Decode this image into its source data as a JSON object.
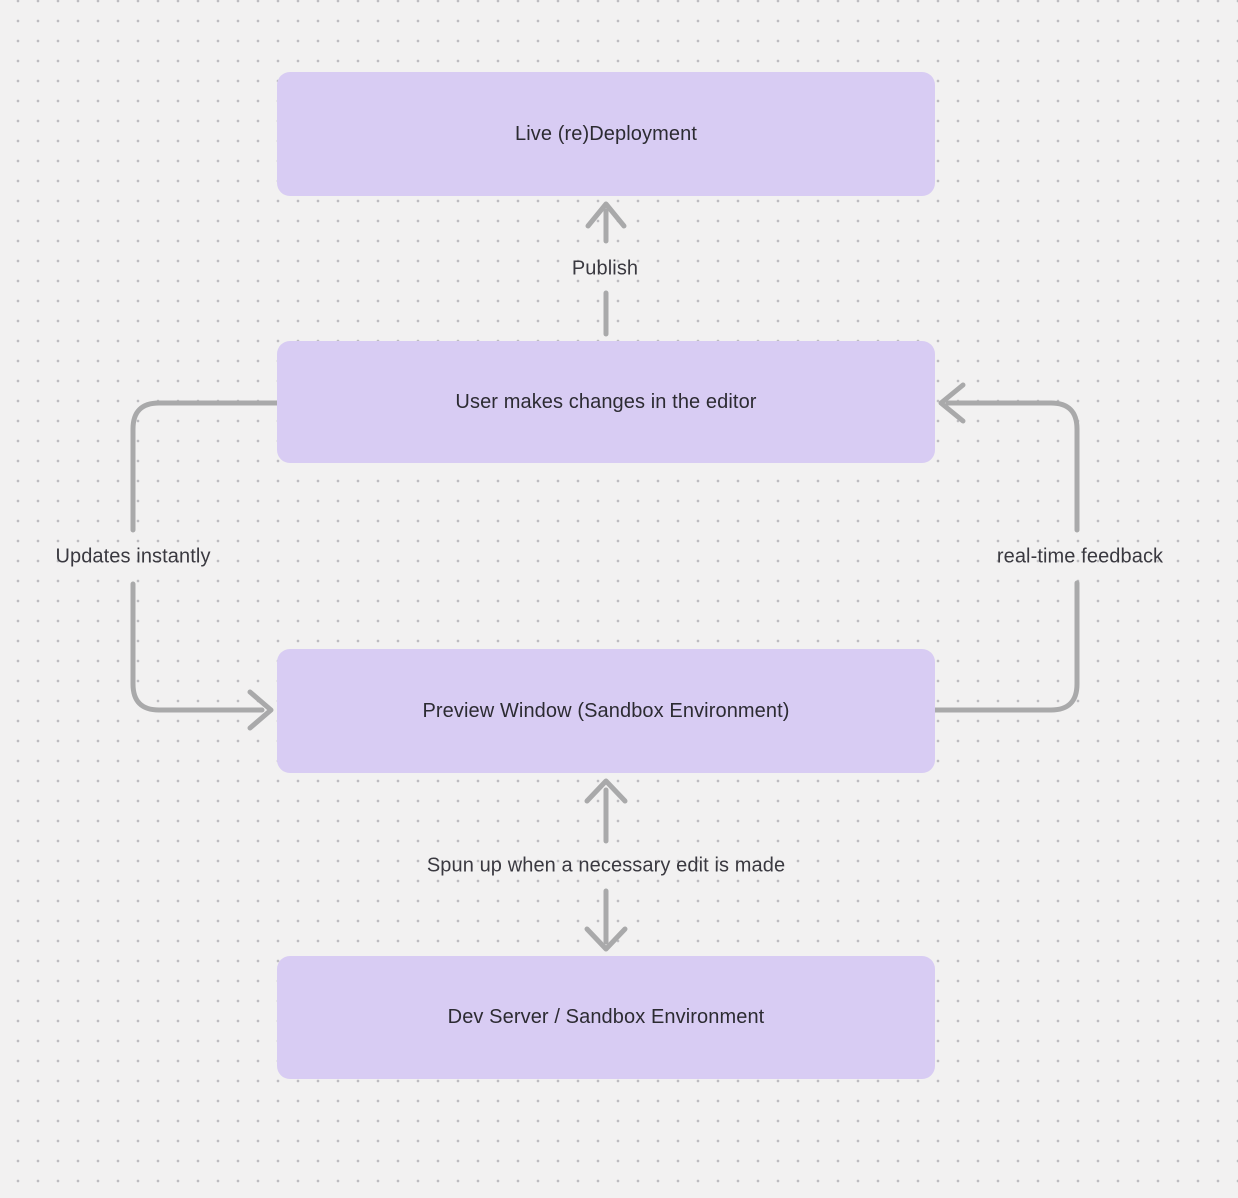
{
  "diagram": {
    "nodes": [
      {
        "id": "live-redeployment",
        "label": "Live (re)Deployment"
      },
      {
        "id": "editor",
        "label": "User makes changes in the editor"
      },
      {
        "id": "preview",
        "label": "Preview Window (Sandbox Environment)"
      },
      {
        "id": "dev-server",
        "label": "Dev Server / Sandbox Environment"
      }
    ],
    "edges": [
      {
        "id": "publish",
        "label": "Publish",
        "from": "editor",
        "to": "live-redeployment",
        "style": "straight-up-arrow"
      },
      {
        "id": "updates-instantly",
        "label": "Updates instantly",
        "from": "editor",
        "to": "preview",
        "style": "left-loop-down-arrow"
      },
      {
        "id": "real-time-feedback",
        "label": "real-time feedback",
        "from": "preview",
        "to": "editor",
        "style": "right-loop-up-arrow"
      },
      {
        "id": "spun-up",
        "label": "Spun up when a necessary edit is made",
        "from": "preview",
        "to": "dev-server",
        "style": "bidirectional-arrow"
      }
    ],
    "colors": {
      "background": "#f2f1f1",
      "grid_dot": "#bdbcc0",
      "node_fill": "#d8ccf3",
      "node_text": "#2c2b32",
      "arrow": "#a9a9aa",
      "edge_label_text": "#3a3940"
    }
  }
}
